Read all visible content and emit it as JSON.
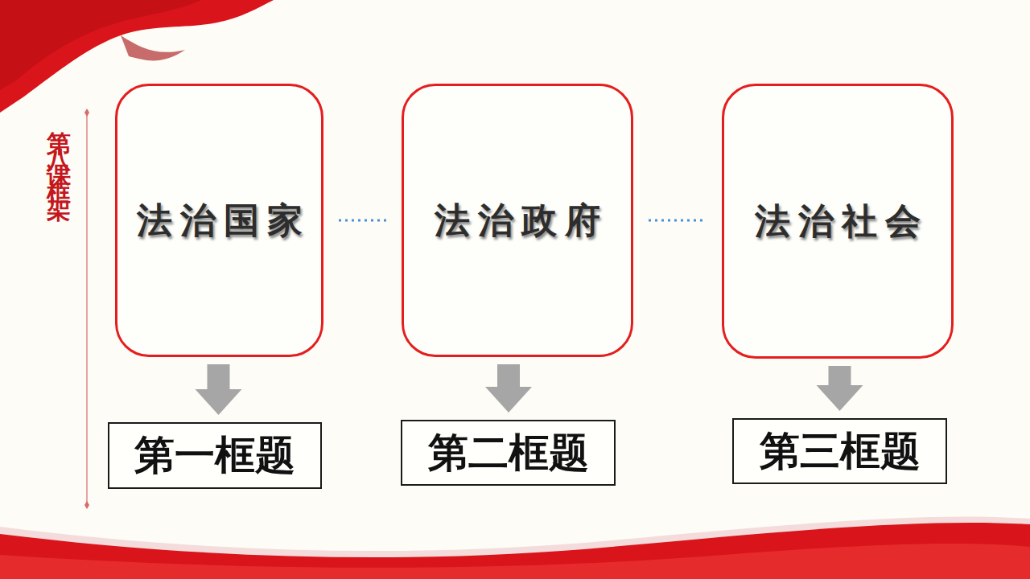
{
  "diagram": {
    "title": "第八课框架",
    "nodes": [
      {
        "text": [
          "法治国家"
        ]
      },
      {
        "text": [
          "法治政府"
        ]
      },
      {
        "text": [
          "法治社会"
        ]
      },
      {
        "text": [
          "第一框题"
        ]
      },
      {
        "text": [
          "第二框题"
        ]
      },
      {
        "text": [
          "第三框题"
        ]
      }
    ],
    "edges": [
      {
        "from": 0,
        "to": 1,
        "arrow": "none"
      },
      {
        "from": 1,
        "to": 2,
        "arrow": "none"
      },
      {
        "from": 0,
        "to": 3,
        "arrow": "to"
      },
      {
        "from": 1,
        "to": 4,
        "arrow": "to"
      },
      {
        "from": 2,
        "to": 5,
        "arrow": "to"
      }
    ]
  }
}
